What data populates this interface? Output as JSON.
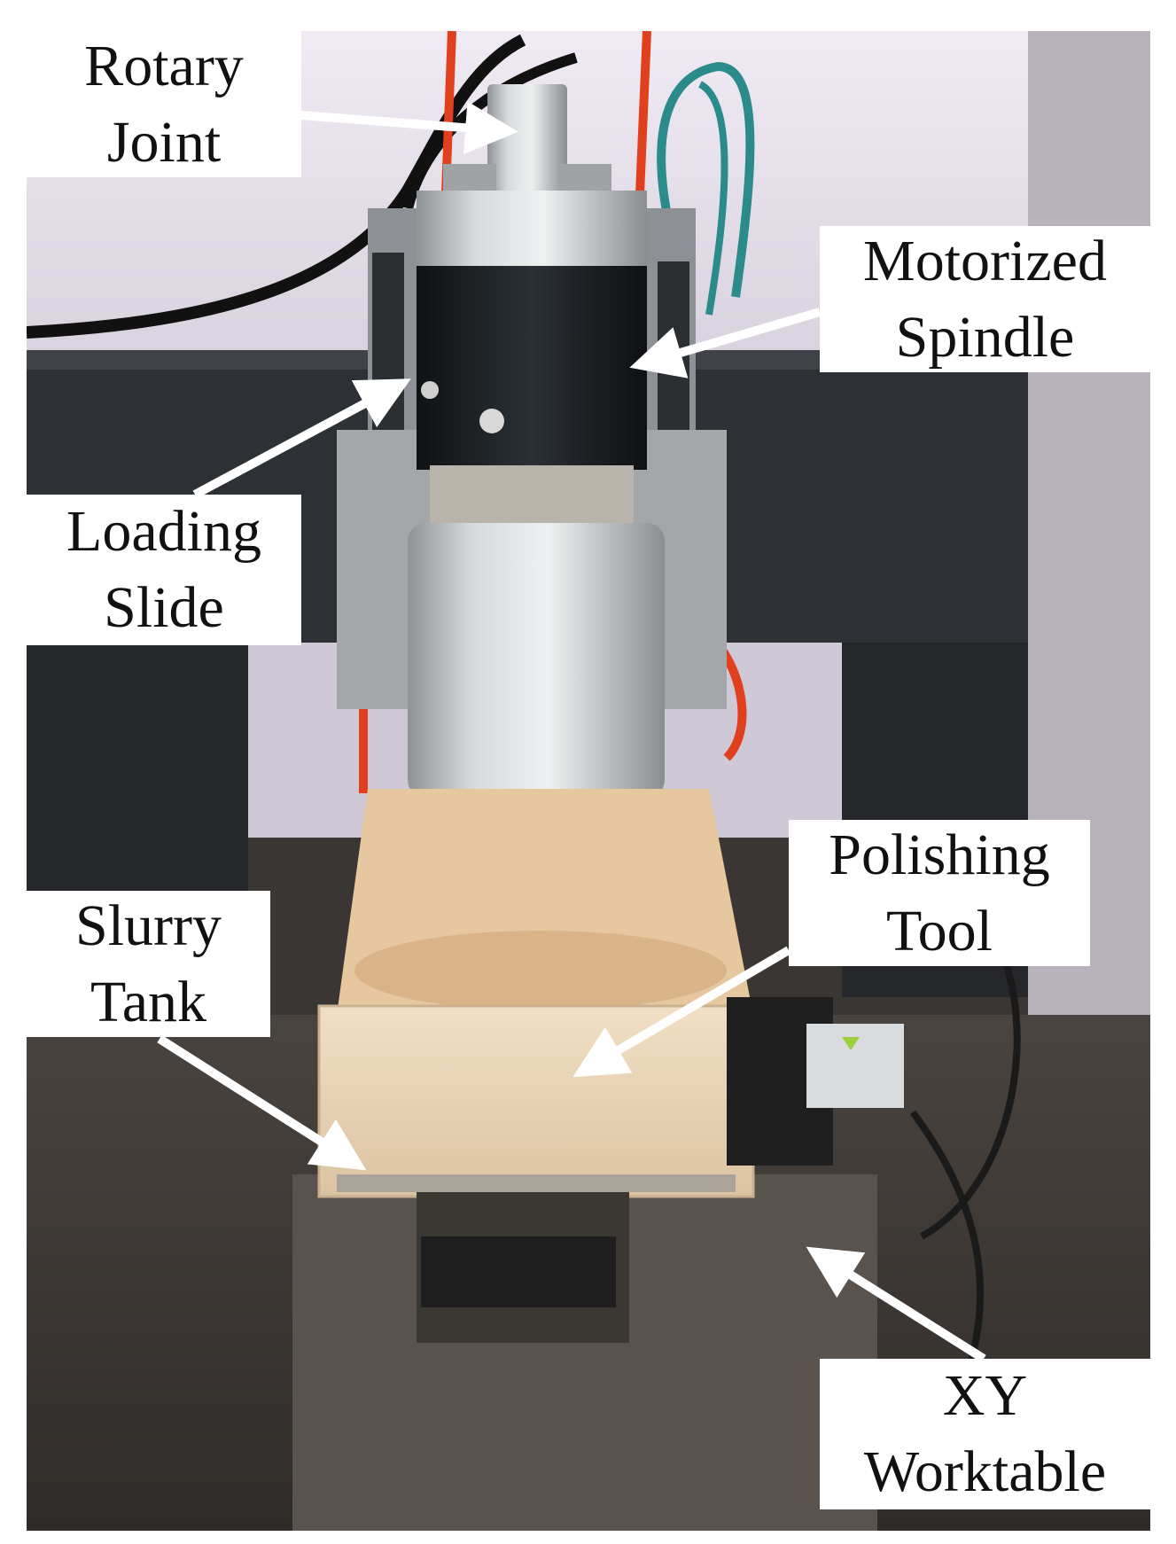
{
  "labels": {
    "rotary_joint": {
      "line1": "Rotary",
      "line2": "Joint"
    },
    "motorized_spindle": {
      "line1": "Motorized",
      "line2": "Spindle"
    },
    "loading_slide": {
      "line1": "Loading",
      "line2": "Slide"
    },
    "polishing_tool": {
      "line1": "Polishing",
      "line2": "Tool"
    },
    "slurry_tank": {
      "line1": "Slurry",
      "line2": "Tank"
    },
    "xy_worktable": {
      "line1": "XY",
      "line2": "Worktable"
    }
  },
  "colors": {
    "wall": "#e9e5ee",
    "granite": "#2b2d30",
    "steel": "#c9ccce",
    "spindle_band": "#1e2226",
    "tank": "#e8d2b4",
    "cable_red": "#e0401e",
    "cable_teal": "#2b8a8a"
  }
}
